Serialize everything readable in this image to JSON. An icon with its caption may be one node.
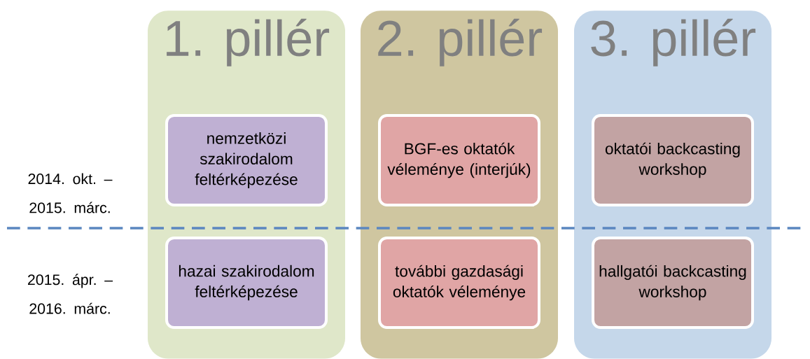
{
  "diagram": {
    "nodes": [
      {
        "text": [
          "1. pillér"
        ]
      },
      {
        "text": [
          "nemzetközi szakirodalom feltérképezése"
        ],
        "in": 0
      },
      {
        "text": [
          "hazai szakirodalom feltérképezése"
        ],
        "in": 0
      },
      {
        "text": [
          "2. pillér"
        ]
      },
      {
        "text": [
          "BGF-es oktatók véleménye (interjúk)"
        ],
        "in": 3
      },
      {
        "text": [
          "további gazdasági oktatók véleménye"
        ],
        "in": 3
      },
      {
        "text": [
          "3. pillér"
        ]
      },
      {
        "text": [
          "oktatói backcasting workshop"
        ],
        "in": 6
      },
      {
        "text": [
          "hallgatói backcasting workshop"
        ],
        "in": 6
      }
    ],
    "labels": [
      "2014. okt. – 2015. márc.",
      "2015. ápr. – 2016. márc."
    ]
  }
}
